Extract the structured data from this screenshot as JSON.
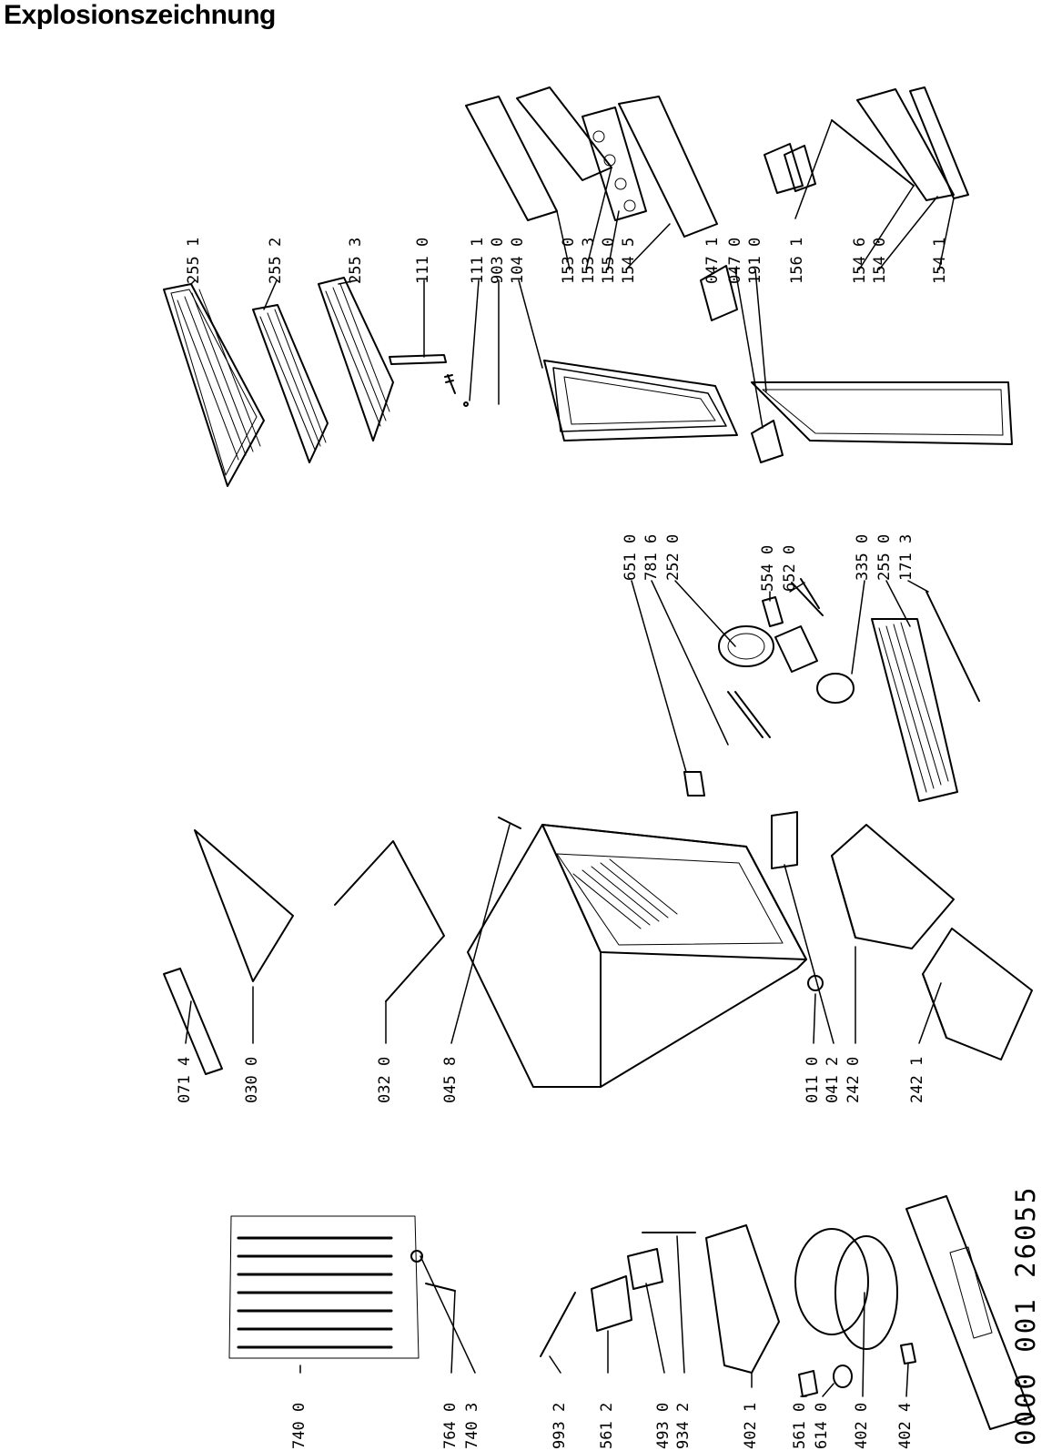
{
  "page": {
    "title": "Explosionszeichnung",
    "document_number": "0000 001 26055"
  },
  "labels": {
    "l2551": "255 1",
    "l2552": "255 2",
    "l2553": "255 3",
    "l1110": "111 0",
    "l1111": "111 1",
    "l9030": "903 0",
    "l1040": "104 0",
    "l1530": "153 0",
    "l1533": "153 3",
    "l1550": "155 0",
    "l1545": "154 5",
    "l0471": "047 1",
    "l0470": "047 0",
    "l1910": "191 0",
    "l1561": "156 1",
    "l1546": "154 6",
    "l1540": "154 0",
    "l1541": "154 1",
    "l6510": "651 0",
    "l7816": "781 6",
    "l2520": "252 0",
    "l5540": "554 0",
    "l6520": "652 0",
    "l3350": "335 0",
    "l2550": "255 0",
    "l1713": "171 3",
    "l0714": "071 4",
    "l0300": "030 0",
    "l0320": "032 0",
    "l0458": "045 8",
    "l0110": "011 0",
    "l0412": "041 2",
    "l2420": "242 0",
    "l2421": "242 1",
    "l7400": "740 0",
    "l7640": "764 0",
    "l7403": "740 3",
    "l9932": "993 2",
    "l5612": "561 2",
    "l4930": "493 0",
    "l9342": "934 2",
    "l4021": "402 1",
    "l5610": "561 0",
    "l6140": "614 0",
    "l4020": "402 0",
    "l4024": "402 4"
  }
}
